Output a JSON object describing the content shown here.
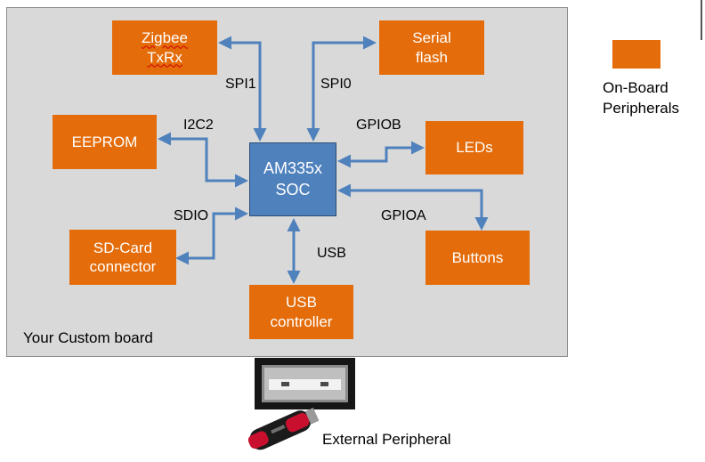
{
  "board": {
    "label": "Your Custom board"
  },
  "soc": {
    "label": "AM335x\nSOC"
  },
  "peripherals": {
    "zigbee": "Zigbee\nTxRx",
    "serial_flash": "Serial\nflash",
    "eeprom": "EEPROM",
    "leds": "LEDs",
    "sd_card": "SD-Card\nconnector",
    "buttons": "Buttons",
    "usb_controller": "USB\ncontroller"
  },
  "buses": {
    "spi1": "SPI1",
    "spi0": "SPI0",
    "i2c2": "I2C2",
    "gpiob": "GPIOB",
    "sdio": "SDIO",
    "gpioa": "GPIOA",
    "usb": "USB"
  },
  "legend": {
    "label": "On-Board\nPeripherals",
    "swatch_color": "#e46c0a"
  },
  "external": {
    "label": "External Peripheral"
  },
  "colors": {
    "peripheral": "#e46c0a",
    "soc": "#4f81bd",
    "arrow": "#4f81bd",
    "board": "#d9d9d9"
  }
}
